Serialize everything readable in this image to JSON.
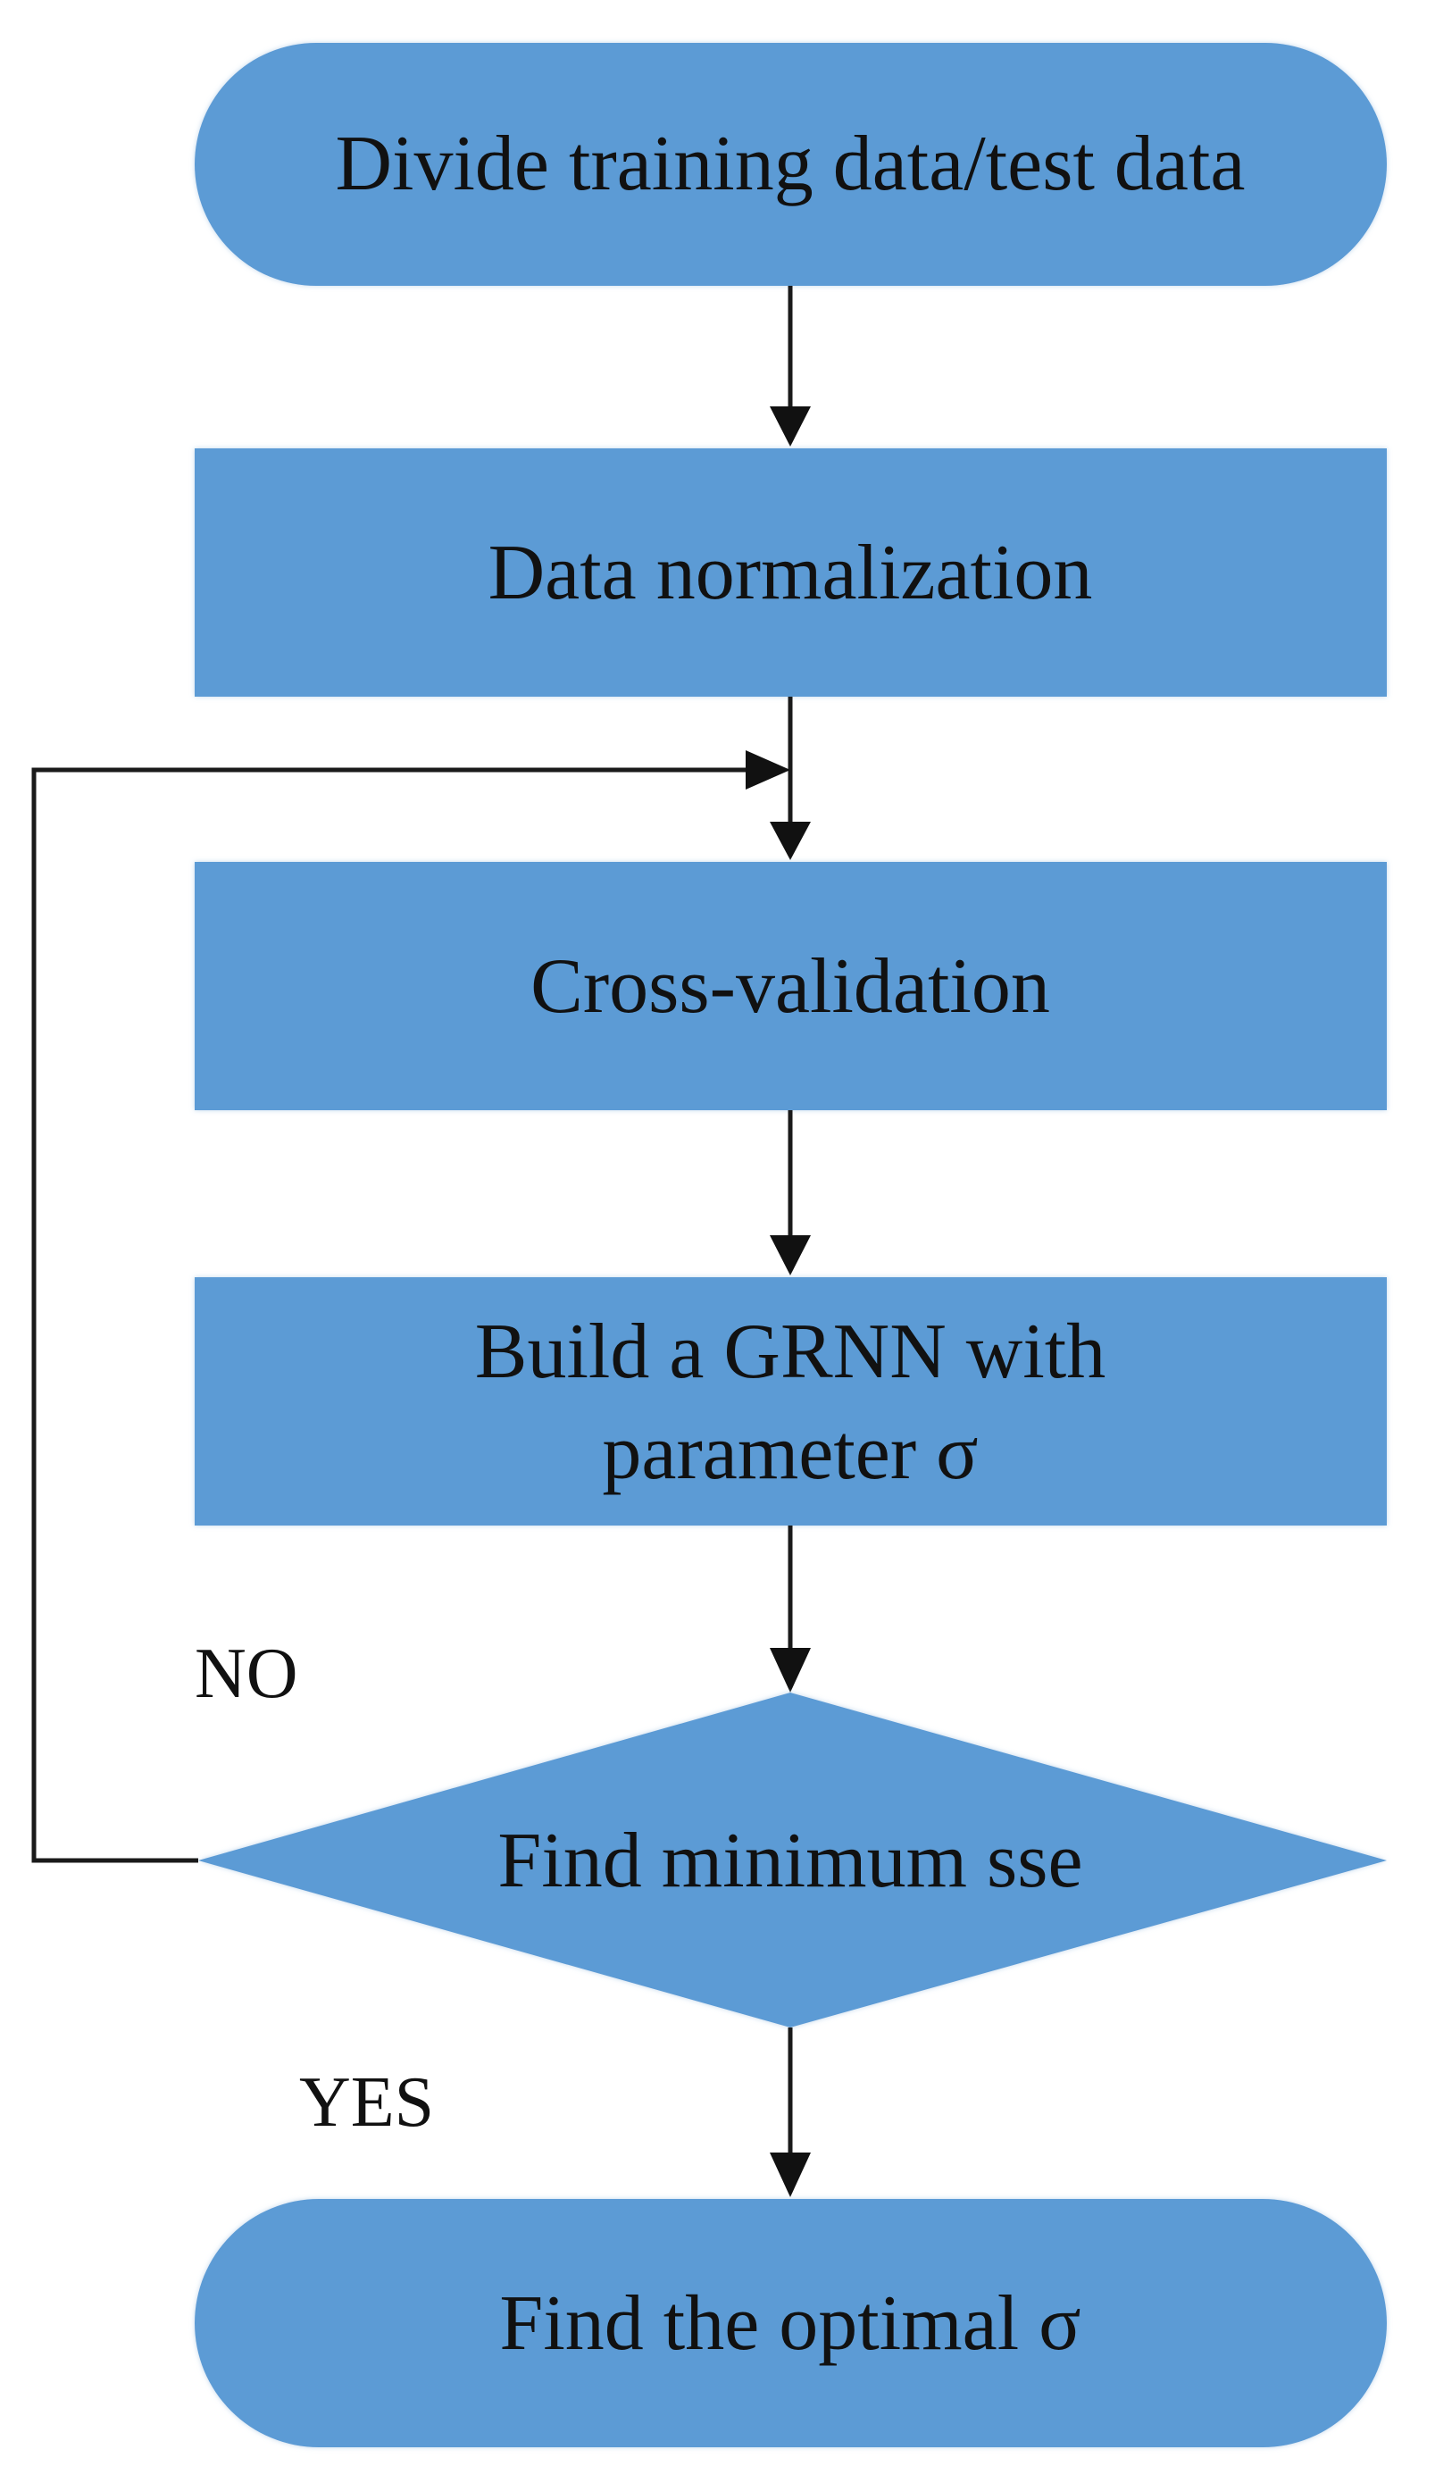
{
  "colors": {
    "node_fill": "#5b9bd5",
    "node_border": "#d6e4f2",
    "connector": "#1a1a1a",
    "text": "#111111"
  },
  "nodes": {
    "start": {
      "shape": "rounded-terminal",
      "label": "Divide training data/test data"
    },
    "normalize": {
      "shape": "rectangle",
      "label": "Data normalization"
    },
    "cross_validation": {
      "shape": "rectangle",
      "label": "Cross-validation"
    },
    "build_grnn": {
      "shape": "rectangle",
      "label_line1": "Build a GRNN with",
      "label_line2": "parameter σ"
    },
    "decision": {
      "shape": "diamond",
      "label": "Find minimum sse"
    },
    "end": {
      "shape": "rounded-terminal",
      "label": "Find the optimal σ"
    }
  },
  "edges": {
    "no_label": "NO",
    "yes_label": "YES"
  }
}
